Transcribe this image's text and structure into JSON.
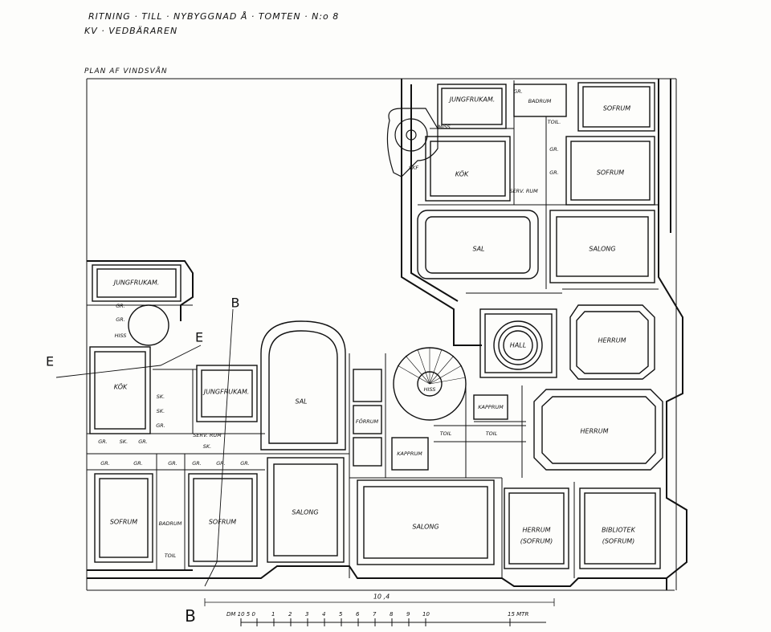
{
  "header": {
    "title": "RITNING · TILL · NYBYGGNAD Å · TOMTEN · N:o 8",
    "subtitle": "KV · VEDBÄRAREN",
    "plan_label": "PLAN AF VINDSVÅN"
  },
  "rooms": {
    "jungfrukam_top": "JUNGFRUKAM.",
    "badrum_top": "BADRUM",
    "sofrum_top1": "SOFRUM",
    "miss_top": "MISS",
    "toil_top": "TOIL.",
    "gr1": "GR.",
    "gr2": "GR.",
    "gr3": "GR.",
    "skf": "SKF",
    "kok_top": "KÖK",
    "sofrum_top2": "SOFRUM",
    "servrum_top": "SERV. RUM",
    "sal_top": "SAL",
    "salong_top": "SALONG",
    "hall": "HALL",
    "herrum_1": "HERRUM",
    "jungfrukam_left": "JUNGFRUKAM.",
    "gr_left1": "GR.",
    "gr_left2": "GR.",
    "hiss_left": "HISS",
    "kok_left": "KÖK",
    "sk1": "SK.",
    "sk2": "SK.",
    "gr_left3": "GR.",
    "jungfrukam_mid": "JUNGFRUKAM.",
    "sal_mid": "SAL",
    "servrum_left": "SERV. RUM",
    "sk_bottom": "SK.",
    "gr_row1": "GR.",
    "gr_row2": "GR.",
    "gr_row3": "GR.",
    "gr_row4": "GR.",
    "gr_row5": "GR.",
    "gr_row6": "GR.",
    "gr_b1": "GR.",
    "sk_b1": "SK.",
    "gr_b2": "GR.",
    "forrum": "FÖRRUM",
    "hiss_mid": "HISS",
    "kapprum_1": "KAPPRUM",
    "kapprum_2": "KAPPRUM",
    "toil_mid1": "TOIL",
    "toil_mid2": "TOIL",
    "herrum_2": "HERRUM",
    "sofrum_left": "SOFRUM",
    "badrum_left": "BADRUM",
    "toil_left": "TOIL",
    "sofrum_left2": "SOFRUM",
    "salong_left": "SALONG",
    "salong_mid": "SALONG",
    "herrum_sofrum": "HERRUM",
    "herrum_sofrum2": "(SOFRUM)",
    "bibliotek": "BIBLIOTEK",
    "bibliotek2": "(SOFRUM)"
  },
  "section_marks": {
    "e_mark": "E",
    "e_mark2": "E",
    "b_mark_top": "B",
    "b_mark_bottom": "B"
  },
  "dimension": "10 ,4",
  "scale": {
    "unit_label": "15 MTR",
    "ticks": [
      "1",
      "2",
      "3",
      "4",
      "5",
      "6",
      "7",
      "8",
      "9",
      "10"
    ],
    "start_label": "DM 10 5 0"
  }
}
